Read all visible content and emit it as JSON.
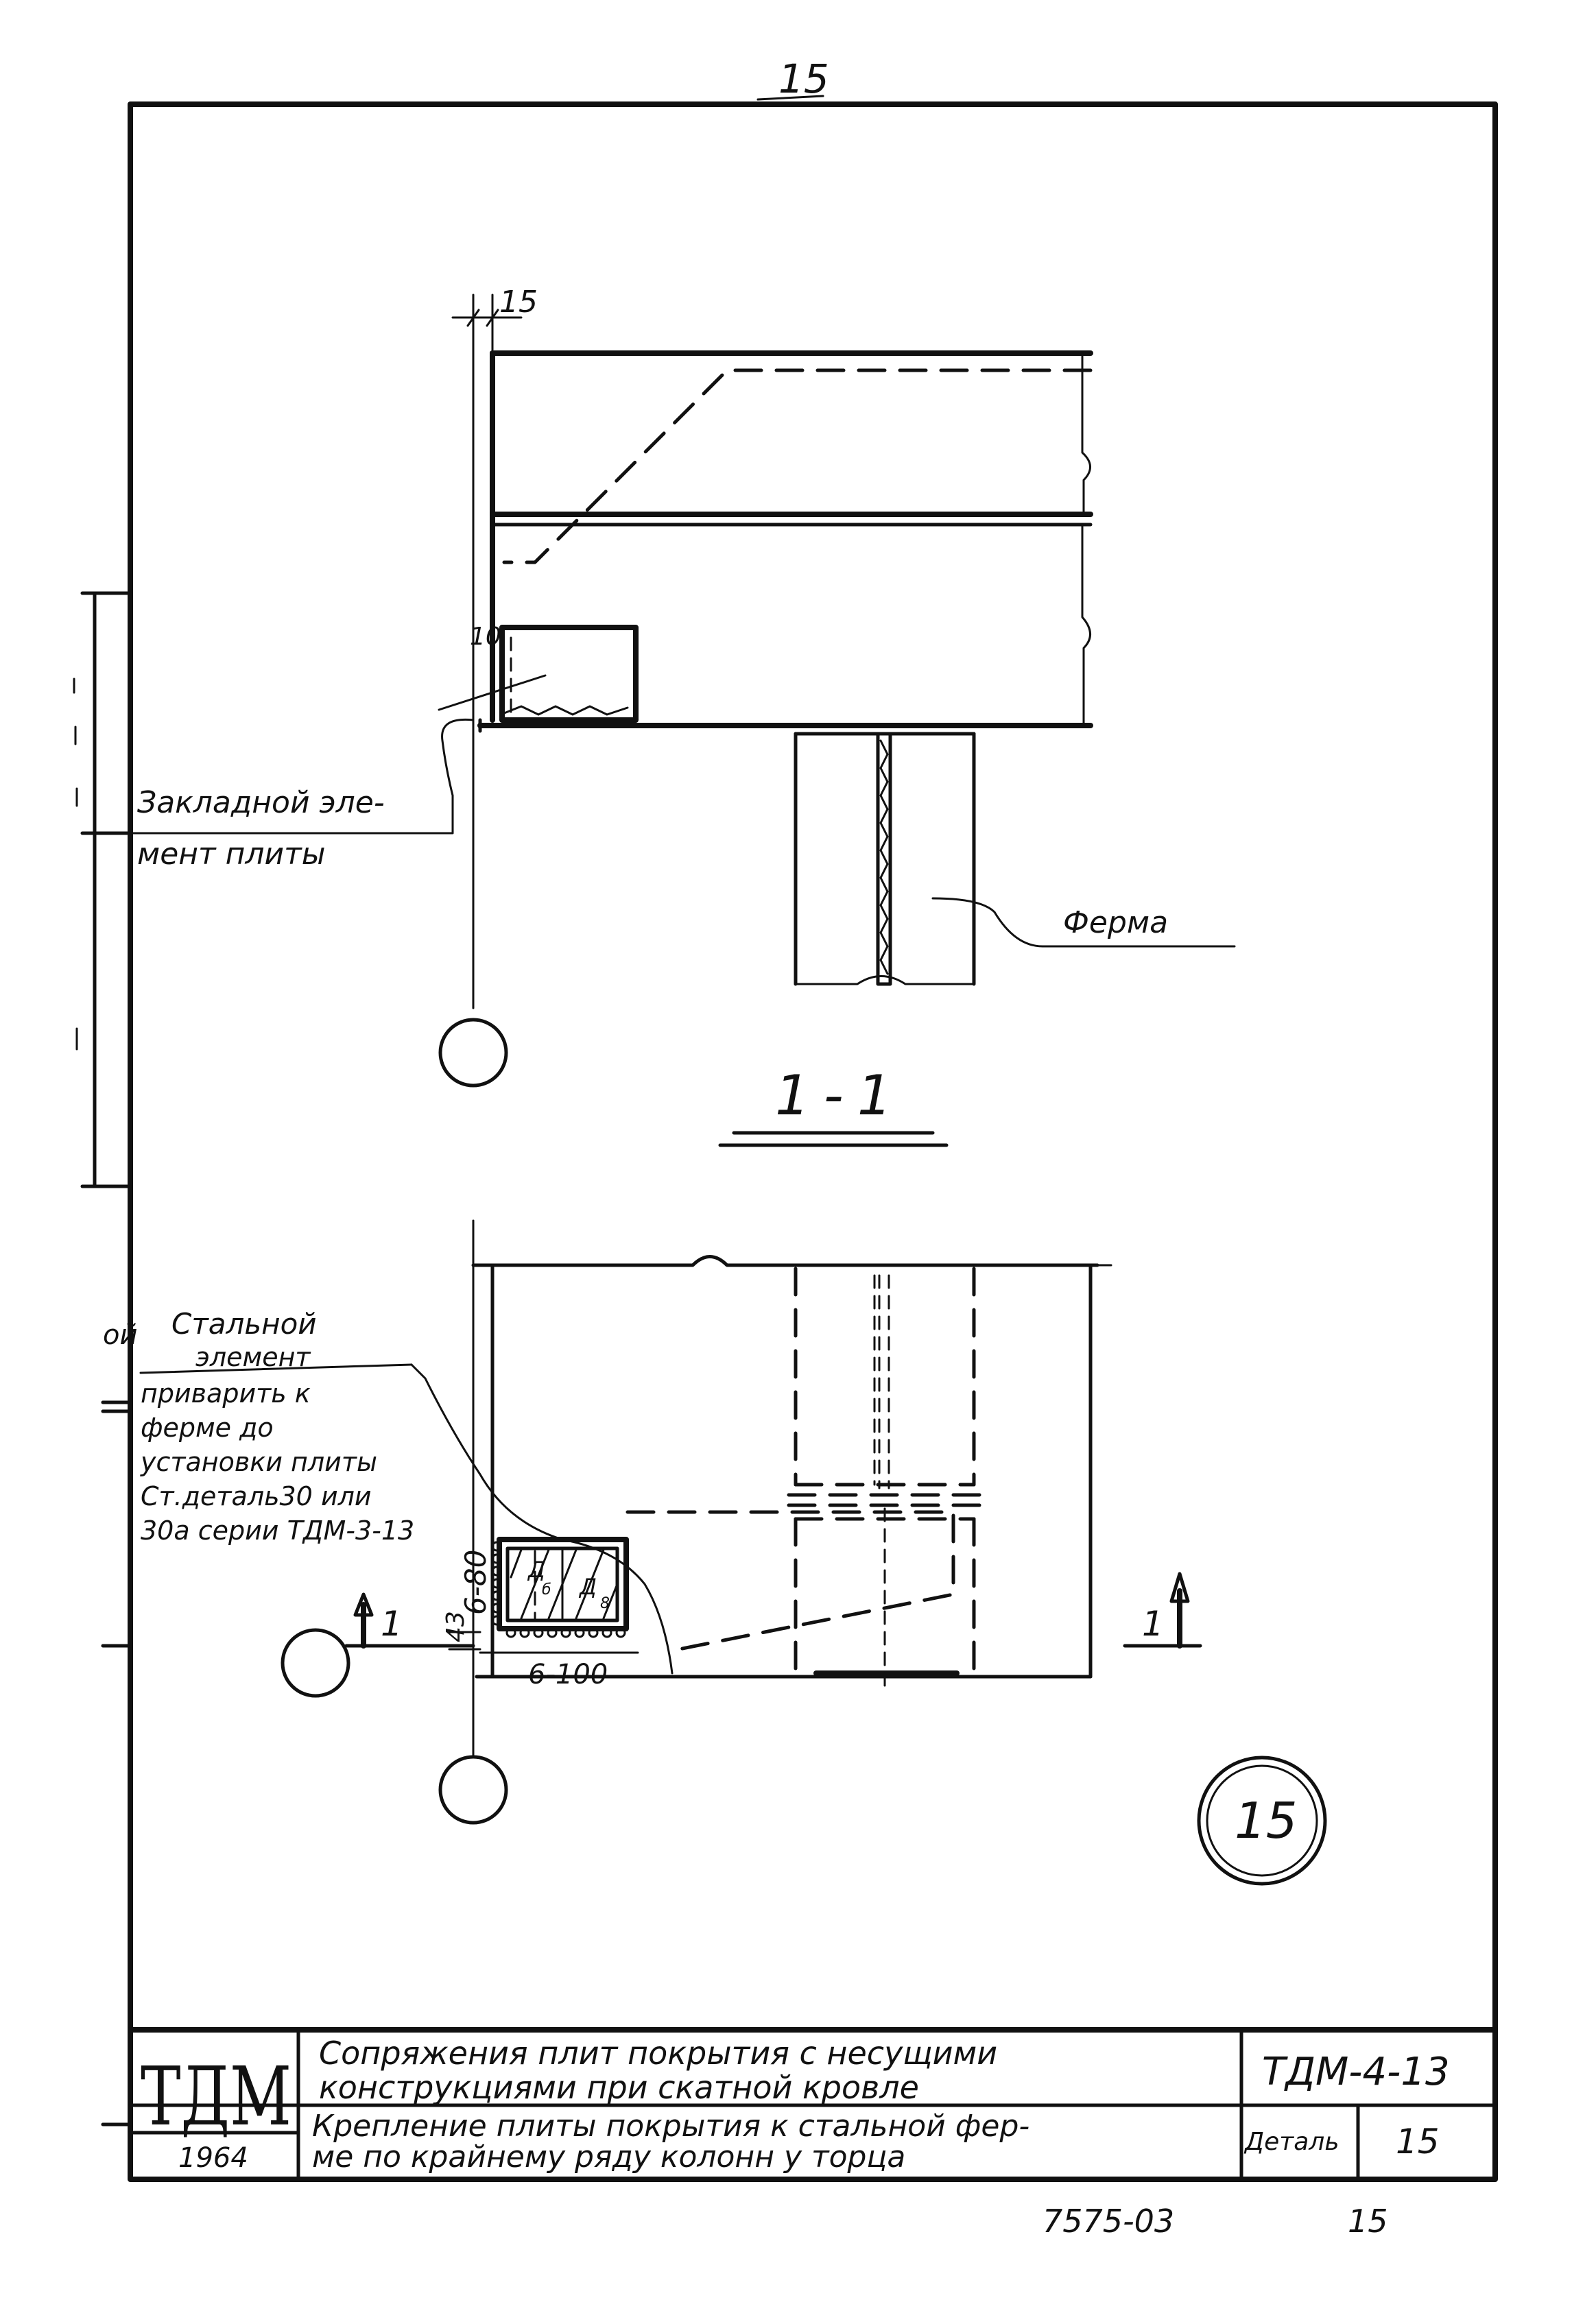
{
  "sheet": {
    "page_number_top": "15",
    "section_label": "1-1",
    "detail_circle": "15",
    "bottom_code": "7575-03",
    "bottom_number": "15"
  },
  "top_view": {
    "dim_top": "15",
    "dim_side": "10",
    "callout_embedded": [
      "Закладной эле-",
      "мент плиты"
    ],
    "callout_truss": "Ферма"
  },
  "bottom_view": {
    "callout_steel": [
      "Стальной",
      "элемент",
      "приварить к",
      "ферме до",
      "установки плиты",
      "Ст.деталь30 или",
      "30а серии ТДМ-3-13"
    ],
    "weld_vertical": "6-80",
    "dim_43": "43",
    "weld_horizontal": "6-100",
    "cut_left": "1",
    "cut_right": "1",
    "hatch_labels": [
      "Д",
      "б",
      "Д",
      "8"
    ]
  },
  "title_block": {
    "logo": "ТДМ",
    "year": "1964",
    "title_line1": "Сопряжения плит покрытия с несущими",
    "title_line2": "конструкциями при скатной кровле",
    "subtitle_line1": "Крепление плиты покрытия к стальной фер-",
    "subtitle_line2": "ме по крайнему ряду колонн у торца",
    "series": "ТДМ-4-13",
    "detail_label": "Деталь",
    "detail_number": "15"
  },
  "margin_fragments": {
    "left_mark": "ой"
  }
}
